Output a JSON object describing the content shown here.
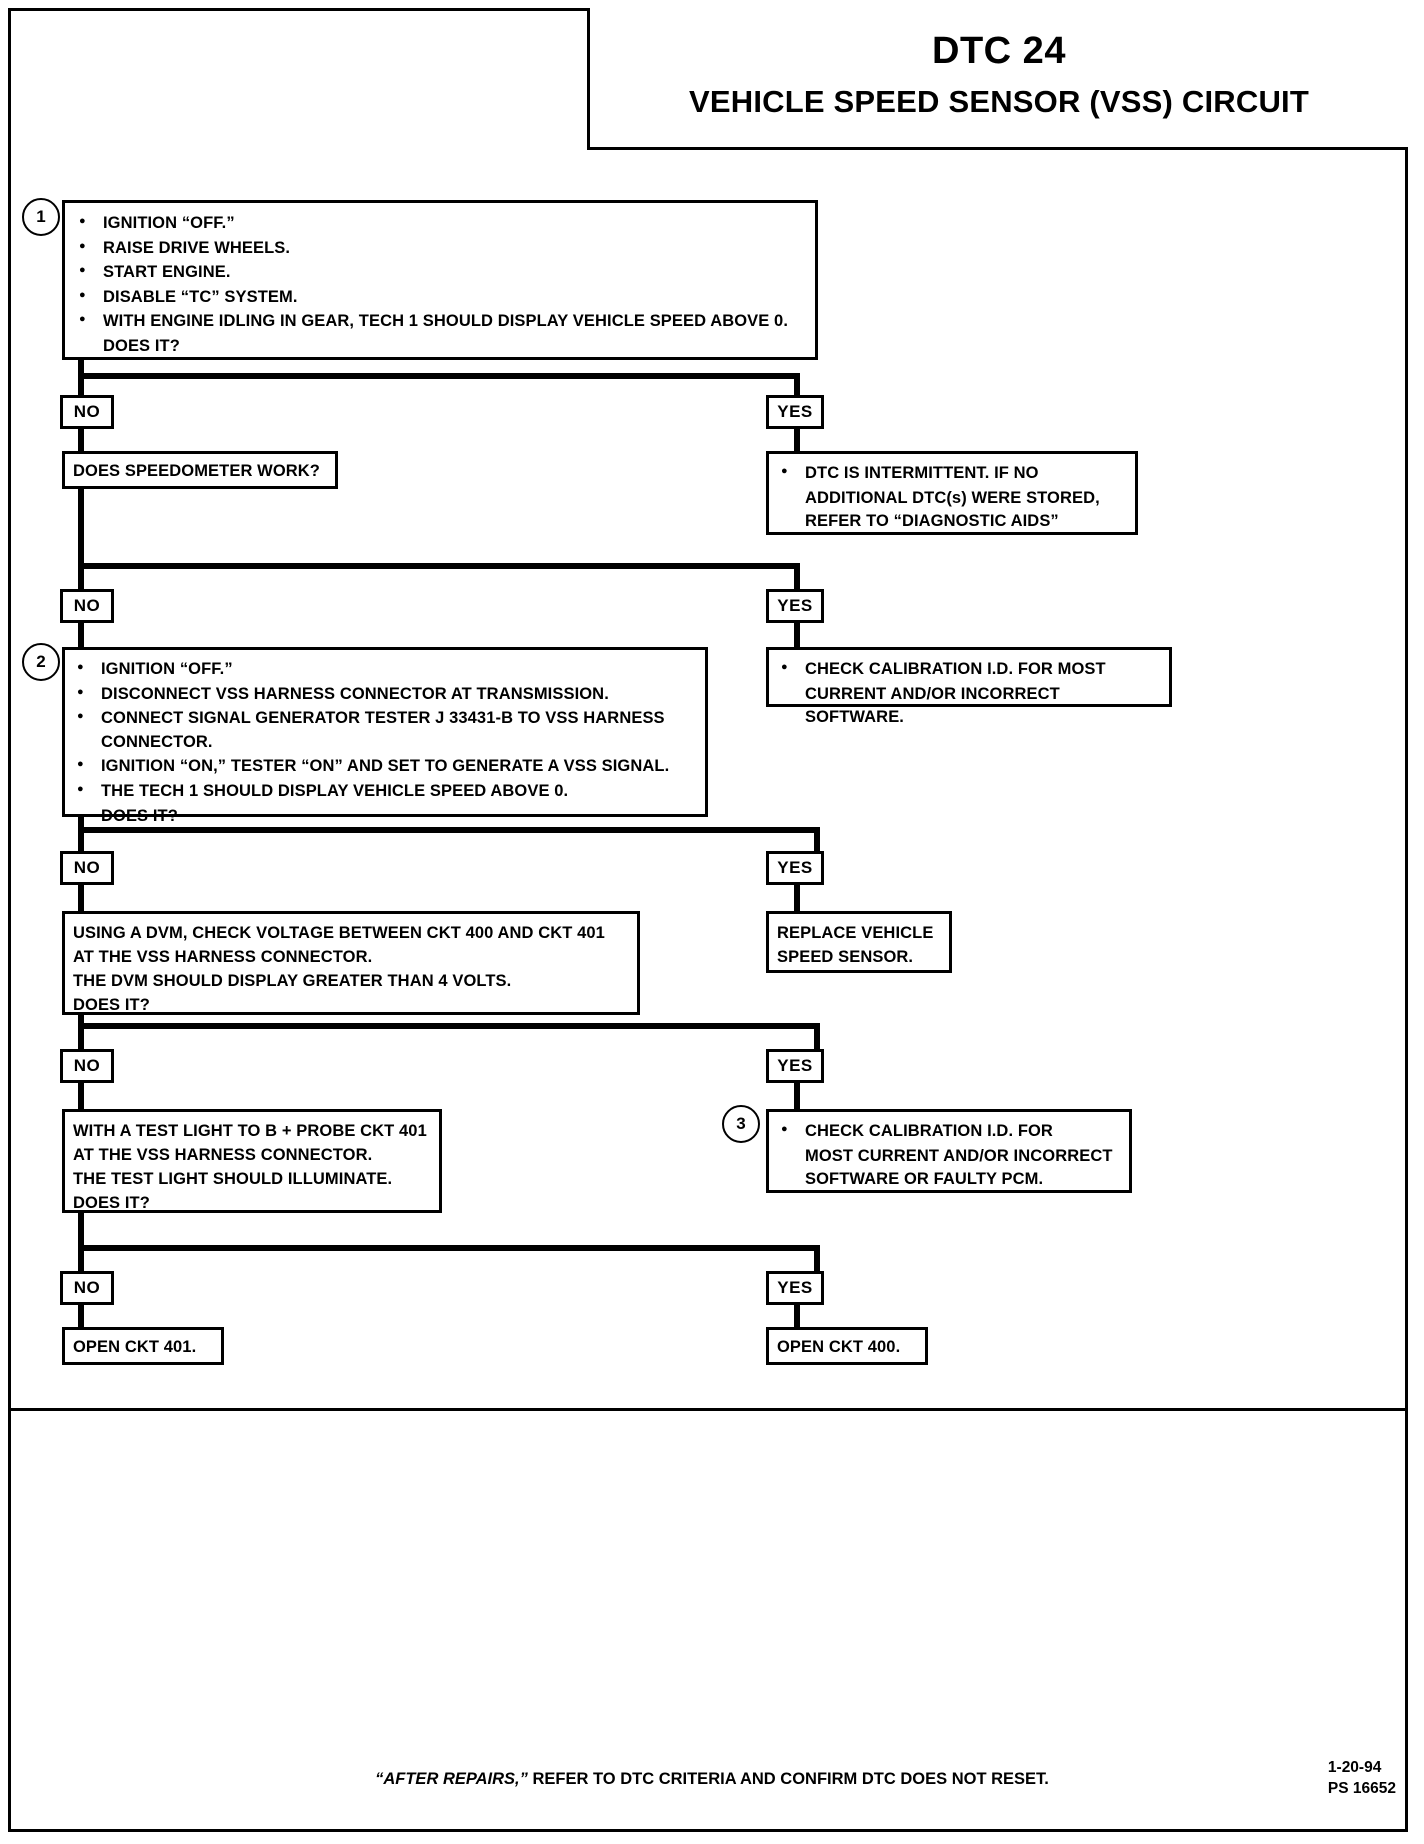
{
  "header": {
    "dtc_code": "DTC 24",
    "subtitle": "VEHICLE SPEED SENSOR (VSS) CIRCUIT"
  },
  "labels": {
    "yes": "YES",
    "no": "NO",
    "step1": "1",
    "step2": "2",
    "step3": "3"
  },
  "step1": {
    "number": "1",
    "bullets": [
      "IGNITION “OFF.”",
      "RAISE DRIVE WHEELS.",
      "START ENGINE.",
      "DISABLE “TC” SYSTEM.",
      "WITH ENGINE IDLING IN GEAR, TECH 1 SHOULD DISPLAY VEHICLE SPEED ABOVE 0."
    ],
    "continuation": "DOES IT?"
  },
  "speedometer_box": {
    "text": "DOES SPEEDOMETER WORK?"
  },
  "intermittent_box": {
    "line1": "DTC IS INTERMITTENT.  IF NO",
    "line2": "ADDITIONAL DTC(s) WERE STORED,",
    "line3": "REFER TO “DIAGNOSTIC AIDS”"
  },
  "calibration_box": {
    "line1": "CHECK CALIBRATION I.D. FOR MOST",
    "line2": "CURRENT AND/OR INCORRECT SOFTWARE."
  },
  "step2": {
    "number": "2",
    "bullets": [
      "IGNITION “OFF.”",
      "DISCONNECT VSS HARNESS CONNECTOR AT TRANSMISSION.",
      "CONNECT SIGNAL GENERATOR TESTER  J 33431-B TO VSS HARNESS",
      "IGNITION “ON,” TESTER “ON” AND SET TO GENERATE A VSS SIGNAL.",
      "THE TECH 1 SHOULD DISPLAY VEHICLE SPEED ABOVE 0."
    ],
    "bullet3_continuation": "CONNECTOR.",
    "continuation": "DOES IT?"
  },
  "replace_vss_box": {
    "line1": "REPLACE VEHICLE",
    "line2": "SPEED SENSOR."
  },
  "dvm_box": {
    "line1": "USING A DVM, CHECK VOLTAGE BETWEEN CKT 400 AND CKT 401",
    "line2": "AT THE VSS HARNESS CONNECTOR.",
    "line3": "THE DVM SHOULD DISPLAY GREATER THAN 4 VOLTS.",
    "line4": "DOES IT?"
  },
  "step3": {
    "number": "3",
    "line1": "CHECK CALIBRATION I.D. FOR",
    "line2": "MOST CURRENT AND/OR INCORRECT",
    "line3": "SOFTWARE OR FAULTY PCM."
  },
  "testlight_box": {
    "line1": "WITH A TEST LIGHT TO B + PROBE CKT 401",
    "line2": "AT THE VSS HARNESS CONNECTOR.",
    "line3": "THE TEST LIGHT SHOULD ILLUMINATE.",
    "line4": "DOES IT?"
  },
  "open401_box": {
    "text": "OPEN CKT 401."
  },
  "open400_box": {
    "text": "OPEN CKT 400."
  },
  "footer": {
    "note_italic": "“AFTER REPAIRS,”",
    "note_rest": " REFER TO DTC CRITERIA  AND CONFIRM DTC DOES NOT RESET.",
    "date": "1-20-94",
    "code": "PS 16652"
  },
  "colors": {
    "ink": "#000000",
    "paper": "#ffffff"
  }
}
